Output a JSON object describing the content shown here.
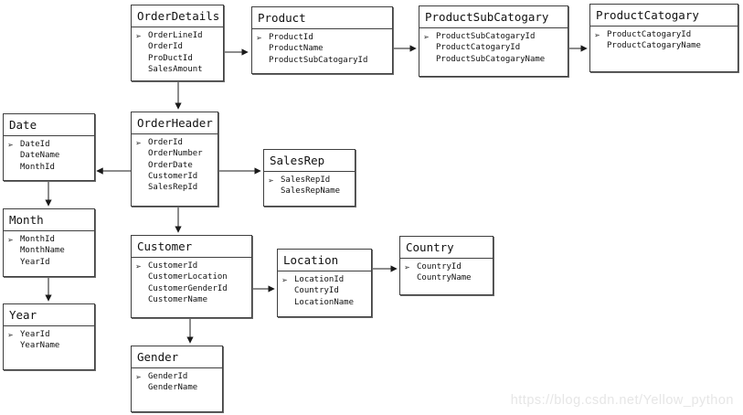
{
  "pk_marker": "➢",
  "watermark": "https://blog.csdn.net/Yellow_python",
  "colors": {
    "background": "#ffffff",
    "box_border": "#3f3f3f",
    "line": "#1a1a1a",
    "text": "#111111",
    "watermark": "#e6e6e6"
  },
  "entities": [
    {
      "name": "OrderDetails",
      "fields": [
        "OrderLineId",
        "OrderId",
        "ProDuctId",
        "SalesAmount"
      ]
    },
    {
      "name": "Product",
      "fields": [
        "ProductId",
        "ProductName",
        "ProductSubCatogaryId"
      ]
    },
    {
      "name": "ProductSubCatogary",
      "fields": [
        "ProductSubCatogaryId",
        "ProductCatogaryId",
        "ProductSubCatogaryName"
      ]
    },
    {
      "name": "ProductCatogary",
      "fields": [
        "ProductCatogaryId",
        "ProductCatogaryName"
      ]
    },
    {
      "name": "Date",
      "fields": [
        "DateId",
        "DateName",
        "MonthId"
      ]
    },
    {
      "name": "OrderHeader",
      "fields": [
        "OrderId",
        "OrderNumber",
        "OrderDate",
        "CustomerId",
        "SalesRepId"
      ]
    },
    {
      "name": "SalesRep",
      "fields": [
        "SalesRepId",
        "SalesRepName"
      ]
    },
    {
      "name": "Month",
      "fields": [
        "MonthId",
        "MonthName",
        "YearId"
      ]
    },
    {
      "name": "Customer",
      "fields": [
        "CustomerId",
        "CustomerLocation",
        "CustomerGenderId",
        "CustomerName"
      ]
    },
    {
      "name": "Location",
      "fields": [
        "LocationId",
        "CountryId",
        "LocationName"
      ]
    },
    {
      "name": "Country",
      "fields": [
        "CountryId",
        "CountryName"
      ]
    },
    {
      "name": "Year",
      "fields": [
        "YearId",
        "YearName"
      ]
    },
    {
      "name": "Gender",
      "fields": [
        "GenderId",
        "GenderName"
      ]
    }
  ],
  "relationships": [
    {
      "from": "OrderDetails",
      "to": "Product"
    },
    {
      "from": "Product",
      "to": "ProductSubCatogary"
    },
    {
      "from": "ProductSubCatogary",
      "to": "ProductCatogary"
    },
    {
      "from": "OrderDetails",
      "to": "OrderHeader"
    },
    {
      "from": "OrderHeader",
      "to": "Date"
    },
    {
      "from": "OrderHeader",
      "to": "SalesRep"
    },
    {
      "from": "Date",
      "to": "Month"
    },
    {
      "from": "Month",
      "to": "Year"
    },
    {
      "from": "OrderHeader",
      "to": "Customer"
    },
    {
      "from": "Customer",
      "to": "Location"
    },
    {
      "from": "Location",
      "to": "Country"
    },
    {
      "from": "Customer",
      "to": "Gender"
    }
  ]
}
